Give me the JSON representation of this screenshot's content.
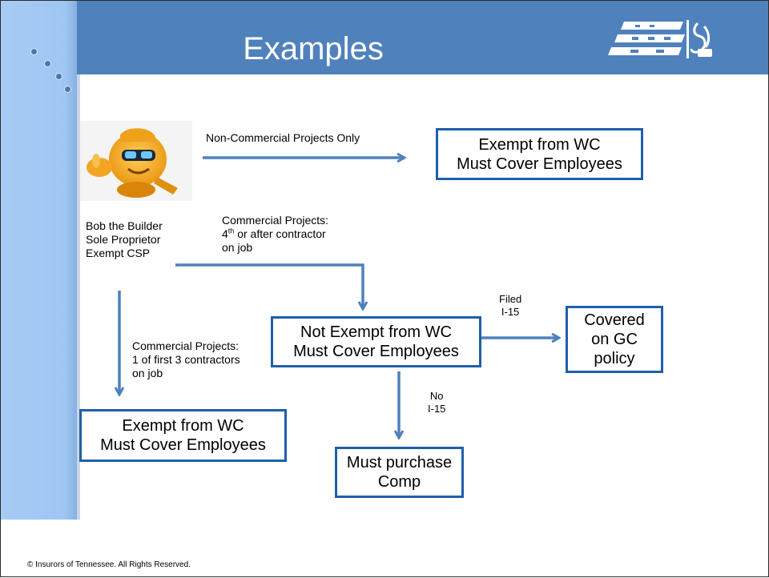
{
  "slide": {
    "title": "Examples",
    "footer": "© Insurors of Tennessee.  All Rights Reserved."
  },
  "person": {
    "name": "Bob the Builder",
    "role": "Sole Proprietor",
    "status": "Exempt CSP"
  },
  "labels": {
    "noncommercial": "Non-Commercial Projects Only",
    "commercial_4th_line1": "Commercial Projects:",
    "commercial_4th_num": "4",
    "commercial_4th_sup": "th",
    "commercial_4th_rest": " or after contractor",
    "commercial_4th_line3": "on job",
    "commercial_first3_line1": "Commercial Projects:",
    "commercial_first3_line2": "1 of first 3 contractors",
    "commercial_first3_line3": "on job",
    "filed_line1": "Filed",
    "filed_line2": "I-15",
    "no_line1": "No",
    "no_line2": "I-15"
  },
  "boxes": {
    "exempt_top": "Exempt from WC\nMust Cover Employees",
    "not_exempt": "Not Exempt from WC\nMust Cover Employees",
    "covered": "Covered\non GC\npolicy",
    "exempt_bottom": "Exempt from WC\nMust Cover Employees",
    "must_purchase": "Must purchase\nComp"
  },
  "colors": {
    "header": "#4f81bd",
    "sidebar": "#a6cbf5",
    "box_border": "#1f5faa",
    "arrow": "#4f81bd"
  },
  "icons": [
    "builder-mascot-image",
    "insurors-logo"
  ]
}
